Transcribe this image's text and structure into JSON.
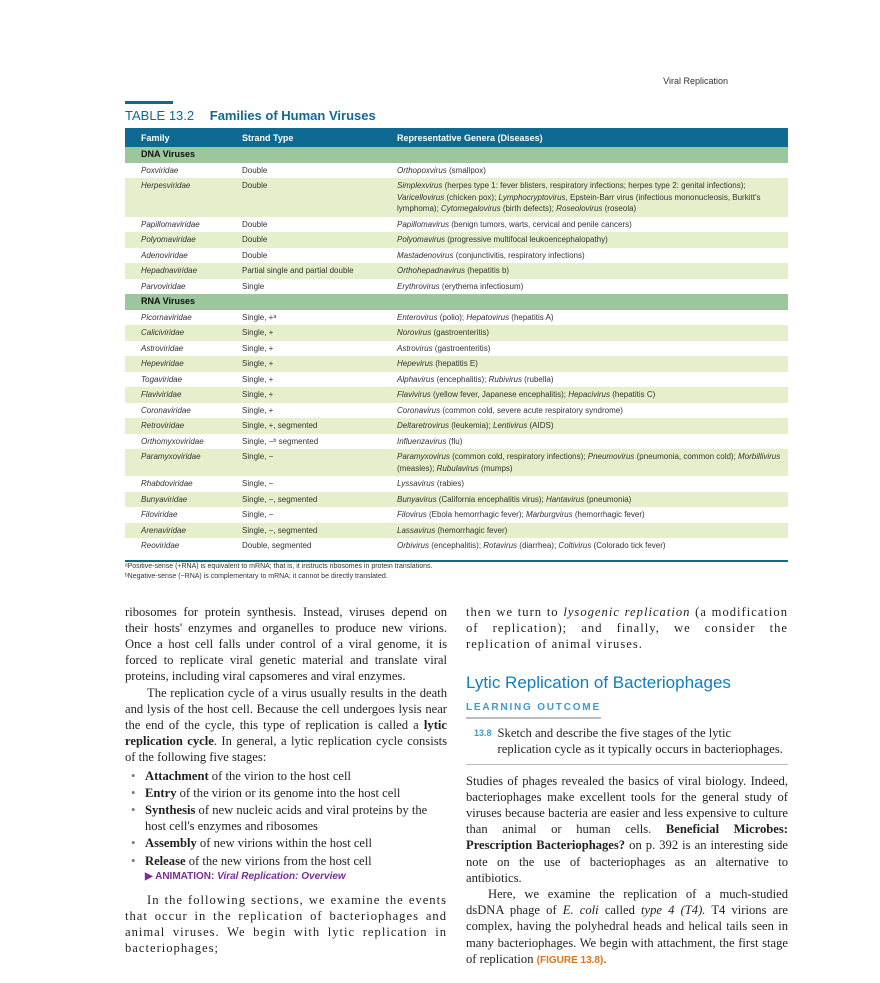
{
  "running_head": "Viral Replication",
  "table": {
    "number": "TABLE 13.2",
    "title": "Families of Human Viruses",
    "headers": [
      "Family",
      "Strand Type",
      "Representative Genera (Diseases)"
    ],
    "groups": [
      {
        "label": "DNA Viruses",
        "rows": [
          {
            "family": "Poxviridae",
            "strand": "Double",
            "genera": [
              [
                "Orthopoxvirus",
                "i"
              ],
              [
                " (smallpox)",
                ""
              ]
            ]
          },
          {
            "family": "Herpesviridae",
            "strand": "Double",
            "genera": [
              [
                "Simplexvirus",
                "i"
              ],
              [
                " (herpes type 1: fever blisters, respiratory infections; herpes type 2: genital infections); ",
                ""
              ],
              [
                "Varicellovirus",
                "i"
              ],
              [
                " (chicken pox); ",
                ""
              ],
              [
                "Lymphocryptovirus",
                "i"
              ],
              [
                ", Epstein-Barr virus (infectious mononucleosis, Burkitt's lymphoma); ",
                ""
              ],
              [
                "Cytomegalovirus",
                "i"
              ],
              [
                " (birth defects); ",
                ""
              ],
              [
                "Roseolovirus",
                "i"
              ],
              [
                " (roseola)",
                ""
              ]
            ]
          },
          {
            "family": "Papillomaviridae",
            "strand": "Double",
            "genera": [
              [
                "Papillomavirus",
                "i"
              ],
              [
                " (benign tumors, warts, cervical and penile cancers)",
                ""
              ]
            ]
          },
          {
            "family": "Polyomaviridae",
            "strand": "Double",
            "genera": [
              [
                "Polyomavirus",
                "i"
              ],
              [
                " (progressive multifocal leukoencephalopathy)",
                ""
              ]
            ]
          },
          {
            "family": "Adenoviridae",
            "strand": "Double",
            "genera": [
              [
                "Mastadenovirus",
                "i"
              ],
              [
                " (conjunctivitis, respiratory infections)",
                ""
              ]
            ]
          },
          {
            "family": "Hepadnaviridae",
            "strand": "Partial single and partial double",
            "genera": [
              [
                "Orthohepadnavirus",
                "i"
              ],
              [
                " (hepatitis b)",
                ""
              ]
            ]
          },
          {
            "family": "Parvoviridae",
            "strand": "Single",
            "genera": [
              [
                "Erythrovirus",
                "i"
              ],
              [
                " (erythema infectiosum)",
                ""
              ]
            ]
          }
        ]
      },
      {
        "label": "RNA Viruses",
        "rows": [
          {
            "family": "Picornaviridae",
            "strand": "Single, +ᵃ",
            "genera": [
              [
                "Enterovirus",
                "i"
              ],
              [
                " (polio); ",
                ""
              ],
              [
                "Hepatovirus",
                "i"
              ],
              [
                " (hepatitis A)",
                ""
              ]
            ]
          },
          {
            "family": "Caliciviridae",
            "strand": "Single, +",
            "genera": [
              [
                "Norovirus",
                "i"
              ],
              [
                " (gastroenteritis)",
                ""
              ]
            ]
          },
          {
            "family": "Astroviridae",
            "strand": "Single, +",
            "genera": [
              [
                "Astrovirus",
                "i"
              ],
              [
                " (gastroenteritis)",
                ""
              ]
            ]
          },
          {
            "family": "Hepeviridae",
            "strand": "Single, +",
            "genera": [
              [
                "Hepevirus",
                "i"
              ],
              [
                " (hepatitis E)",
                ""
              ]
            ]
          },
          {
            "family": "Togaviridae",
            "strand": "Single, +",
            "genera": [
              [
                "Alphavirus",
                "i"
              ],
              [
                " (encephalitis); ",
                ""
              ],
              [
                "Rubivirus",
                "i"
              ],
              [
                " (rubella)",
                ""
              ]
            ]
          },
          {
            "family": "Flaviviridae",
            "strand": "Single, +",
            "genera": [
              [
                "Flavivirus",
                "i"
              ],
              [
                " (yellow fever, Japanese encephalitis); ",
                ""
              ],
              [
                "Hepacivirus",
                "i"
              ],
              [
                " (hepatitis C)",
                ""
              ]
            ]
          },
          {
            "family": "Coronaviridae",
            "strand": "Single, +",
            "genera": [
              [
                "Coronavirus",
                "i"
              ],
              [
                " (common cold, severe acute respiratory syndrome)",
                ""
              ]
            ]
          },
          {
            "family": "Retroviridae",
            "strand": "Single, +, segmented",
            "genera": [
              [
                "Deltaretrovirus",
                "i"
              ],
              [
                " (leukemia); ",
                ""
              ],
              [
                "Lentivirus",
                "i"
              ],
              [
                " (AIDS)",
                ""
              ]
            ]
          },
          {
            "family": "Orthomyxoviridae",
            "strand": "Single, −ᵇ segmented",
            "genera": [
              [
                "Influenzavirus",
                "i"
              ],
              [
                " (flu)",
                ""
              ]
            ]
          },
          {
            "family": "Paramyxoviridae",
            "strand": "Single, −",
            "genera": [
              [
                "Paramyxovirus",
                "i"
              ],
              [
                " (common cold, respiratory infections); ",
                ""
              ],
              [
                "Pneumovirus",
                "i"
              ],
              [
                " (pneumonia, common cold); ",
                ""
              ],
              [
                "Morbillivirus",
                "i"
              ],
              [
                " (measles); ",
                ""
              ],
              [
                "Rubulavirus",
                "i"
              ],
              [
                " (mumps)",
                ""
              ]
            ]
          },
          {
            "family": "Rhabdoviridae",
            "strand": "Single, −",
            "genera": [
              [
                "Lyssavirus",
                "i"
              ],
              [
                " (rabies)",
                ""
              ]
            ]
          },
          {
            "family": "Bunyaviridae",
            "strand": "Single, −, segmented",
            "genera": [
              [
                "Bunyavirus",
                "i"
              ],
              [
                " (California encephalitis virus); ",
                ""
              ],
              [
                "Hantavirus",
                "i"
              ],
              [
                " (pneumonia)",
                ""
              ]
            ]
          },
          {
            "family": "Filoviridae",
            "strand": "Single, −",
            "genera": [
              [
                "Filovirus",
                "i"
              ],
              [
                " (Ebola hemorrhagic fever); ",
                ""
              ],
              [
                "Marburgvirus",
                "i"
              ],
              [
                " (hemorrhagic fever)",
                ""
              ]
            ]
          },
          {
            "family": "Arenaviridae",
            "strand": "Single, −, segmented",
            "genera": [
              [
                "Lassavirus",
                "i"
              ],
              [
                " (hemorrhagic fever)",
                ""
              ]
            ]
          },
          {
            "family": "Reoviridae",
            "strand": "Double, segmented",
            "genera": [
              [
                "Orbivirus",
                "i"
              ],
              [
                " (encephalitis); ",
                ""
              ],
              [
                "Rotavirus",
                "i"
              ],
              [
                " (diarrhea); ",
                ""
              ],
              [
                "Coltivirus",
                "i"
              ],
              [
                " (Colorado tick fever)",
                ""
              ]
            ]
          }
        ]
      }
    ],
    "footnotes": [
      "ᵃPositive-sense (+RNA) is equivalent to mRNA; that is, it instructs ribosomes in protein translations.",
      "ᵇNegative-sense (−RNA) is complementary to mRNA; it cannot be directly translated."
    ]
  },
  "left_column": {
    "p1": [
      [
        "ribosomes for protein synthesis. Instead, viruses depend on their hosts' enzymes and organelles to produce new virions. Once a host cell falls under control of a viral genome, it is forced to replicate viral genetic material and translate viral proteins, including viral capsomeres and viral enzymes.",
        ""
      ]
    ],
    "p2": [
      [
        "The replication cycle of a virus usually results in the death and lysis of the host cell. Because the cell undergoes lysis near the end of the cycle, this type of replication is called a ",
        ""
      ],
      [
        "lytic replication cycle",
        "b"
      ],
      [
        ". In general, a lytic replication cycle consists of the following five stages:",
        ""
      ]
    ],
    "stages": [
      [
        [
          "Attachment",
          "b"
        ],
        [
          " of the virion to the host cell",
          ""
        ]
      ],
      [
        [
          "Entry",
          "b"
        ],
        [
          " of the virion or its genome into the host cell",
          ""
        ]
      ],
      [
        [
          "Synthesis",
          "b"
        ],
        [
          " of new nucleic acids and viral proteins by the host cell's enzymes and ribosomes",
          ""
        ]
      ],
      [
        [
          "Assembly",
          "b"
        ],
        [
          " of new virions within the host cell",
          ""
        ]
      ],
      [
        [
          "Release",
          "b"
        ],
        [
          " of the new virions from the host cell",
          ""
        ]
      ]
    ],
    "animation": {
      "label": "▶ ANIMATION:",
      "title": "Viral Replication: Overview"
    },
    "p3": [
      [
        "In the following sections, we examine the events that occur in the replication of bacteriophages and animal viruses. We begin with lytic replication in bacteriophages;",
        ""
      ]
    ]
  },
  "right_column": {
    "p1": [
      [
        "then we turn to ",
        ""
      ],
      [
        "lysogenic replication",
        "i"
      ],
      [
        " (a modification of replication); and finally, we consider the replication of animal viruses.",
        ""
      ]
    ],
    "section_heading": "Lytic Replication of Bacteriophages",
    "learning_outcome": {
      "heading": "LEARNING OUTCOME",
      "number": "13.8",
      "text": "Sketch and describe the five stages of the lytic replication cycle as it typically occurs in bacteriophages."
    },
    "p2": [
      [
        "Studies of phages revealed the basics of viral biology. Indeed, bacteriophages make excellent tools for the general study of viruses because bacteria are easier and less expensive to culture than animal or human cells. ",
        ""
      ],
      [
        "Beneficial Microbes: Prescription Bacteriophages?",
        "b"
      ],
      [
        " on p. 392 is an interesting side note on the use of bacteriophages as an alternative to antibiotics.",
        ""
      ]
    ],
    "p3": [
      [
        "Here, we examine the replication of a much-studied dsDNA phage of ",
        ""
      ],
      [
        "E. coli",
        "i"
      ],
      [
        " called ",
        ""
      ],
      [
        "type 4 (T4).",
        "i"
      ],
      [
        " T4 virions are complex, having the polyhedral heads and helical tails seen in many bacteriophages. We begin with attachment, the first stage of replication ",
        ""
      ],
      [
        "(FIGURE 13.8)",
        "fig"
      ],
      [
        ".",
        ""
      ]
    ]
  },
  "colors": {
    "accent_blue": "#0e6a93",
    "group_green": "#9cc69c",
    "alt_row": "#e6efcc",
    "animation_purple": "#7a2d9a",
    "figure_orange": "#e0741a"
  }
}
